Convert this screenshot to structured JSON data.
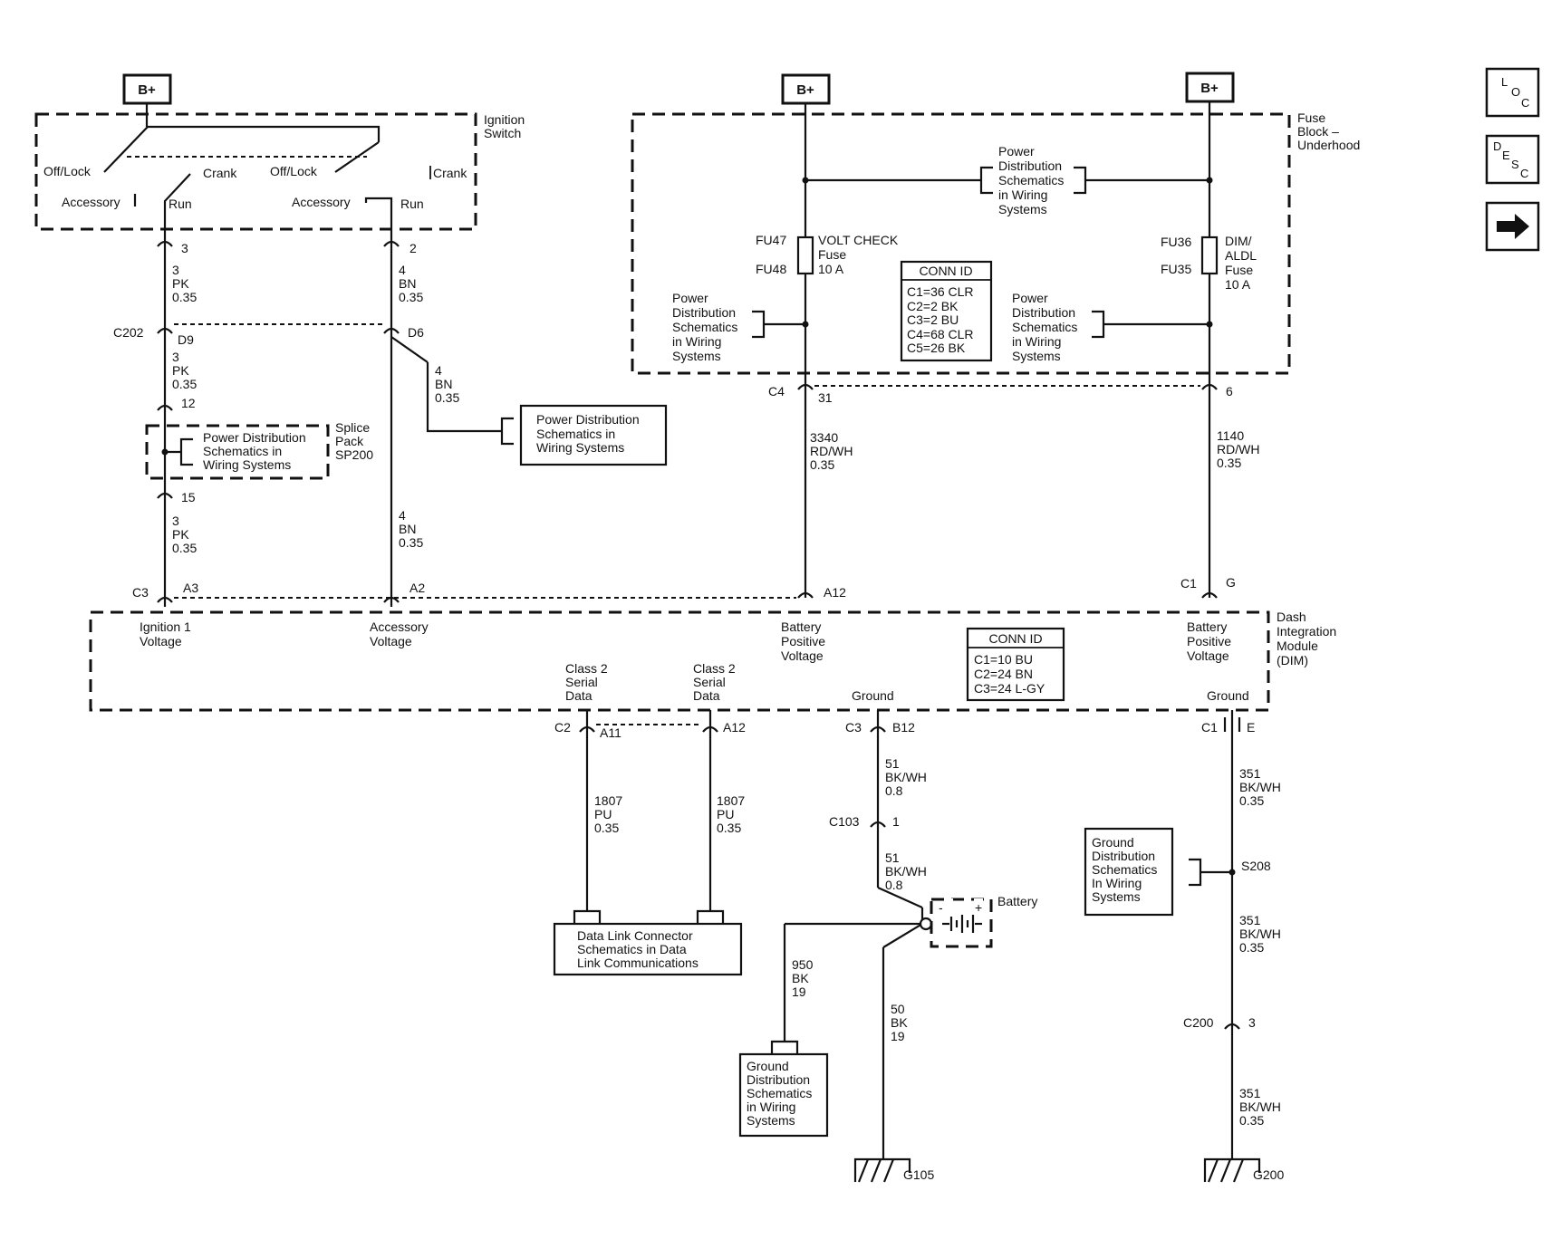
{
  "power": {
    "bplus": "B+"
  },
  "ignition_switch": {
    "name_line1": "Ignition",
    "name_line2": "Switch",
    "off_lock": "Off/Lock",
    "crank": "Crank",
    "accessory": "Accessory",
    "run": "Run"
  },
  "fuse_block": {
    "name_line1": "Fuse",
    "name_line2": "Block –",
    "name_line3": "Underhood",
    "fu47": "FU47",
    "fu48": "FU48",
    "fu36": "FU36",
    "fu35": "FU35",
    "fuse_left_1": "VOLT CHECK",
    "fuse_left_2": "Fuse",
    "fuse_left_3": "10 A",
    "fuse_right_1": "DIM/",
    "fuse_right_2": "ALDL",
    "fuse_right_3": "Fuse",
    "fuse_right_4": "10 A",
    "conn_id": {
      "header": "CONN ID",
      "rows": [
        "C1=36 CLR",
        "C2=2 BK",
        "C3=2 BU",
        "C4=68 CLR",
        "C5=26 BK"
      ]
    }
  },
  "pd": {
    "power_distribution": "Power Distribution",
    "power": "Power",
    "distribution": "Distribution",
    "schematics": "Schematics",
    "schematics_in": "Schematics in",
    "in_wiring": "in Wiring",
    "wiring_systems": "Wiring Systems",
    "systems": "Systems"
  },
  "splice_pack": {
    "l1": "Splice",
    "l2": "Pack",
    "l3": "SP200"
  },
  "connectors": {
    "c202": "C202",
    "c3": "C3",
    "c4": "C4",
    "c1": "C1",
    "c2": "C2",
    "c103": "C103",
    "c200": "C200",
    "p3": "3",
    "p2": "2",
    "d9": "D9",
    "d6": "D6",
    "p12": "12",
    "p15": "15",
    "a3": "A3",
    "a2": "A2",
    "a12": "A12",
    "p31": "31",
    "p6": "6",
    "g": "G",
    "a11": "A11",
    "b12": "B12",
    "p1": "1",
    "e": "E"
  },
  "wires": {
    "pk": {
      "circuit": "3",
      "color": "PK",
      "gauge": "0.35"
    },
    "bn": {
      "circuit": "4",
      "color": "BN",
      "gauge": "0.35"
    },
    "rdwh_3340": {
      "circuit": "3340",
      "color": "RD/WH",
      "gauge": "0.35"
    },
    "rdwh_1140": {
      "circuit": "1140",
      "color": "RD/WH",
      "gauge": "0.35"
    },
    "pu": {
      "circuit": "1807",
      "color": "PU",
      "gauge": "0.35"
    },
    "bkwh_51": {
      "circuit": "51",
      "color": "BK/WH",
      "gauge": "0.8"
    },
    "bk_950": {
      "circuit": "950",
      "color": "BK",
      "gauge": "19"
    },
    "bk_50": {
      "circuit": "50",
      "color": "BK",
      "gauge": "19"
    },
    "bkwh_351": {
      "circuit": "351",
      "color": "BK/WH",
      "gauge": "0.35"
    }
  },
  "dim": {
    "name_line1": "Dash",
    "name_line2": "Integration",
    "name_line3": "Module",
    "name_line4": "(DIM)",
    "ign1_l1": "Ignition 1",
    "ign1_l2": "Voltage",
    "acc_l1": "Accessory",
    "acc_l2": "Voltage",
    "bpv_l1": "Battery",
    "bpv_l2": "Positive",
    "bpv_l3": "Voltage",
    "class2_l1": "Class 2",
    "class2_l2": "Serial",
    "class2_l3": "Data",
    "ground": "Ground",
    "conn_id": {
      "header": "CONN ID",
      "rows": [
        "C1=10 BU",
        "C2=24 BN",
        "C3=24 L-GY"
      ]
    }
  },
  "dlc": {
    "l1": "Data Link Connector",
    "l2": "Schematics in Data",
    "l3": "Link Communications"
  },
  "gd": {
    "l1": "Ground",
    "l2": "Distribution",
    "l3": "Schematics",
    "l4": "in Wiring",
    "l5": "Systems"
  },
  "gd_right": {
    "l1": "Ground",
    "l2": "Distribution",
    "l3": "Schematics",
    "l4": "In Wiring",
    "l5": "Systems"
  },
  "battery": {
    "label": "Battery",
    "minus": "-",
    "plus": "+"
  },
  "splice_s208": "S208",
  "grounds": {
    "g105": "G105",
    "g200": "G200"
  },
  "nav": {
    "loc": [
      "L",
      "O",
      "C"
    ],
    "desc": [
      "D",
      "E",
      "S",
      "C"
    ],
    "next_icon": "arrow-right-icon"
  }
}
